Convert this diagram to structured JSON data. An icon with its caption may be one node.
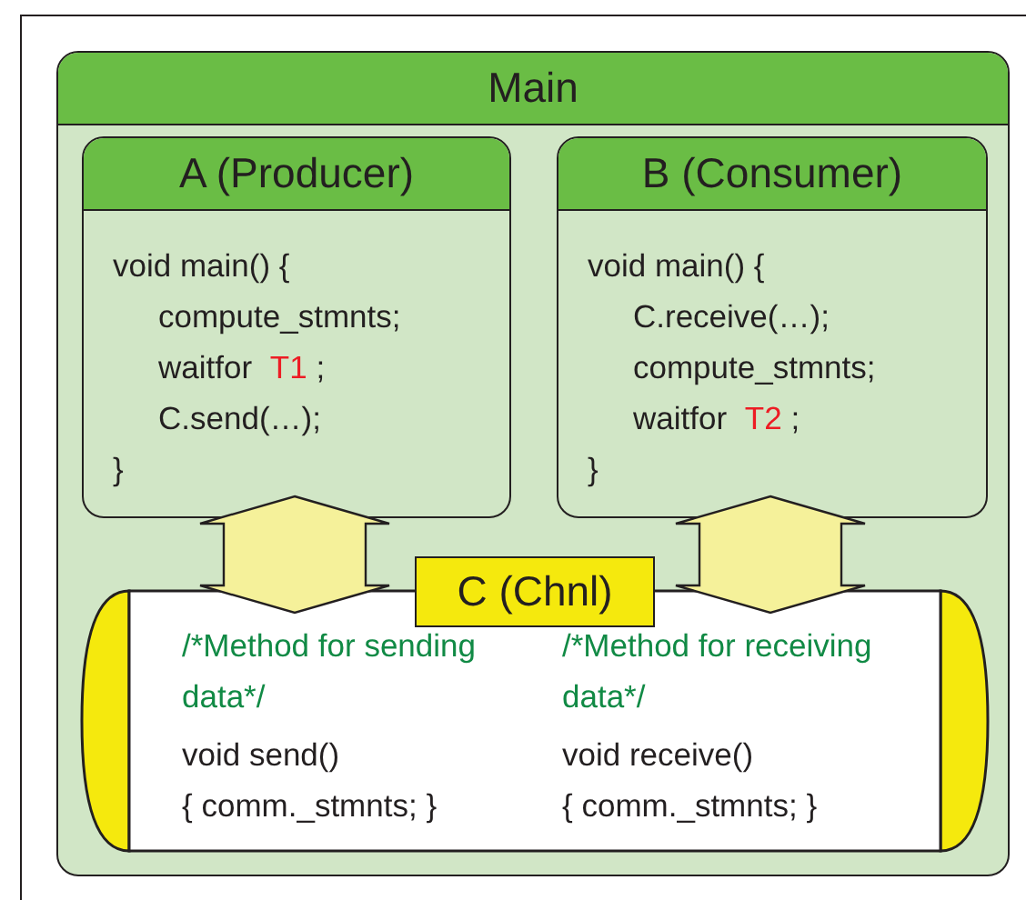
{
  "diagram": {
    "nodes": [
      {
        "text": [
          "Main"
        ]
      },
      {
        "text": [
          "A (Producer)",
          "void main() {",
          "compute_stmnts;",
          "waitfor T1 ;",
          "C.send(…);",
          "}"
        ],
        "in": 0
      },
      {
        "text": [
          "B (Consumer)",
          "void main() {",
          "C.receive(…);",
          "compute_stmnts;",
          "waitfor T2 ;",
          "}"
        ],
        "in": 0
      },
      {
        "text": [
          "C (Chnl)",
          "/*Method for sending data*/",
          "void send()",
          "{ comm._stmnts; }",
          "/*Method for receiving data*/",
          "void receive()",
          "{ comm._stmnts; }"
        ],
        "in": 0
      }
    ],
    "edges": [
      {
        "from": 1,
        "to": 3,
        "arrow": "both"
      },
      {
        "from": 2,
        "to": 3,
        "arrow": "both"
      }
    ]
  }
}
